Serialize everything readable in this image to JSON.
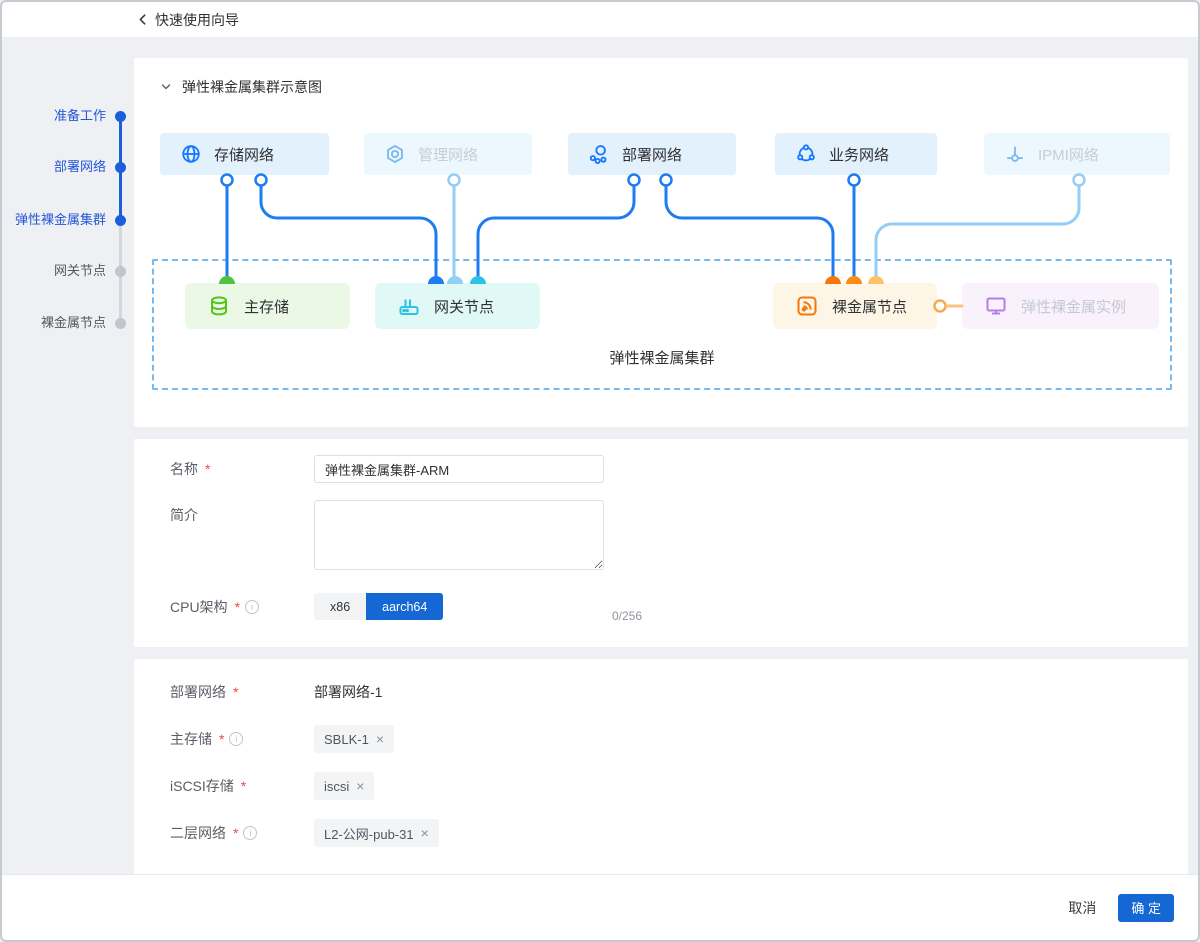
{
  "header": {
    "title": "快速使用向导"
  },
  "stepper": {
    "items": [
      {
        "label": "准备工作",
        "state": "done"
      },
      {
        "label": "部署网络",
        "state": "done"
      },
      {
        "label": "弹性裸金属集群",
        "state": "current"
      },
      {
        "label": "网关节点",
        "state": "pending"
      },
      {
        "label": "裸金属节点",
        "state": "pending"
      }
    ]
  },
  "diagram": {
    "section_title": "弹性裸金属集群示意图",
    "cluster_label": "弹性裸金属集群",
    "networks": [
      {
        "label": "存储网络",
        "state": "active"
      },
      {
        "label": "管理网络",
        "state": "disabled"
      },
      {
        "label": "部署网络",
        "state": "active"
      },
      {
        "label": "业务网络",
        "state": "active"
      },
      {
        "label": "IPMI网络",
        "state": "disabled"
      }
    ],
    "nodes": [
      {
        "label": "主存储",
        "theme": "green"
      },
      {
        "label": "网关节点",
        "theme": "cyan"
      },
      {
        "label": "裸金属节点",
        "theme": "orange"
      },
      {
        "label": "弹性裸金属实例",
        "theme": "purple"
      }
    ]
  },
  "form_basic": {
    "name_label": "名称",
    "name_value": "弹性裸金属集群-ARM",
    "desc_label": "简介",
    "desc_value": "",
    "desc_counter": "0/256",
    "cpu_label": "CPU架构",
    "cpu_options": [
      {
        "label": "x86",
        "selected": false
      },
      {
        "label": "aarch64",
        "selected": true
      }
    ]
  },
  "form_network": {
    "rows": [
      {
        "label": "部署网络",
        "value": "部署网络-1"
      },
      {
        "label": "主存储",
        "value": "SBLK-1"
      },
      {
        "label": "iSCSI存储",
        "value": "iscsi"
      },
      {
        "label": "二层网络",
        "value": "L2-公网-pub-31"
      }
    ]
  },
  "footer": {
    "cancel_label": "取消",
    "confirm_label": "确 定"
  },
  "ui": {
    "required_marker": "*",
    "close_icon": "×"
  },
  "colors": {
    "accent_blue": "#1677ff",
    "line_blue": "#1c7cf2",
    "line_light_blue": "#94cdf6",
    "cyan": "#2bc3e4",
    "green": "#52c41a",
    "orange": "#f5770a",
    "orange_light": "#ffc069",
    "purple": "#b37feb",
    "confirm_button": "#1567d3",
    "dashed_border": "#74baf0"
  }
}
